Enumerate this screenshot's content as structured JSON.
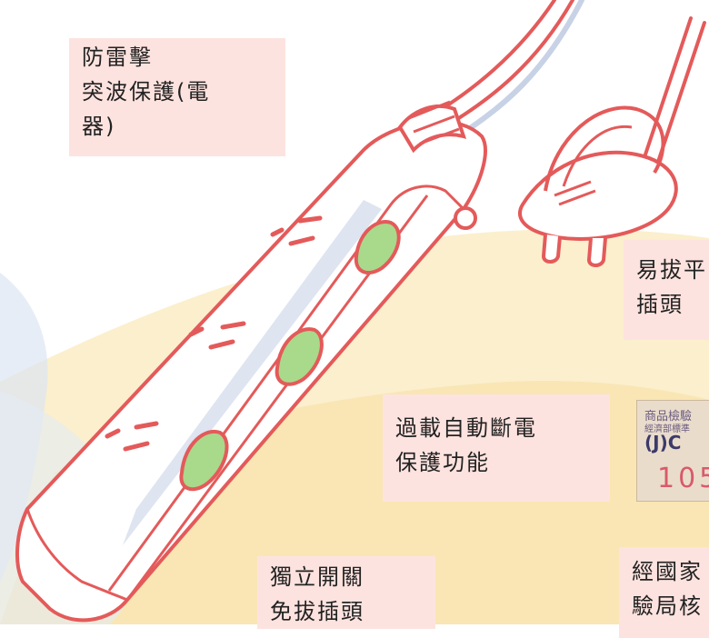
{
  "labels": {
    "surge": {
      "line1": "防雷擊",
      "line2": "突波保護(電",
      "line3": "器)"
    },
    "plug": {
      "line1": "易拔平",
      "line2": "插頭"
    },
    "overload": {
      "line1": "過載自動斷電",
      "line2": "保護功能"
    },
    "switch": {
      "line1": "獨立開關",
      "line2": "免拔插頭"
    },
    "cert": {
      "line1": "經國家",
      "line2": "驗局核"
    }
  },
  "cert_sticker": {
    "line1": "商品檢驗",
    "line2": "經濟部標準",
    "line3": "(J)C",
    "line4": "105"
  },
  "colors": {
    "label_bg": "#fde3df",
    "outline": "#e45a5a",
    "socket_green": "#a9d98a",
    "wash_yellow": "#f8e2a4",
    "wash_blue": "#dde6f2"
  }
}
